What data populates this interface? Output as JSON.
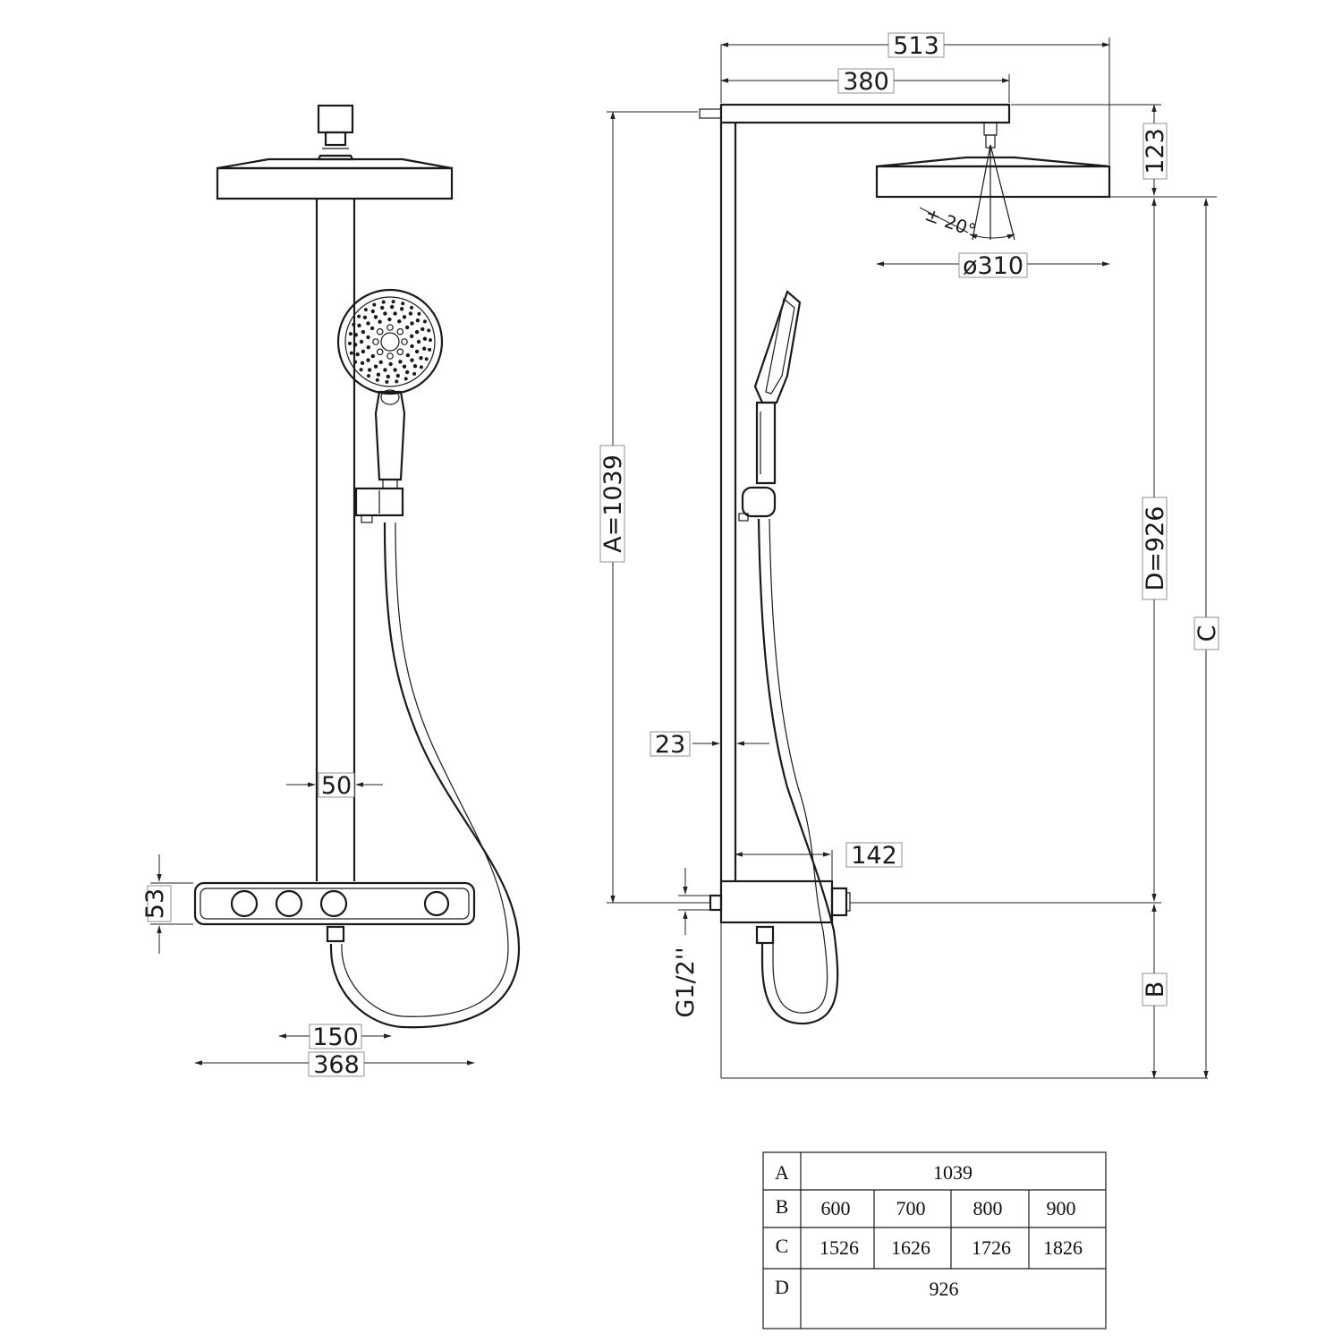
{
  "front_view": {
    "dims": {
      "pipe_width": "50",
      "panel_height": "53",
      "outlet_spacing": "150",
      "panel_width": "368"
    }
  },
  "side_view": {
    "dims": {
      "overall_projection": "513",
      "arm_length": "380",
      "head_height": "123",
      "tilt_angle": "± 20°",
      "head_diameter": "ø310",
      "height_A": "A=1039",
      "height_D": "D=926",
      "height_C": "C",
      "height_B": "B",
      "wall_gap": "23",
      "panel_depth": "142",
      "inlet_thread": "G1/2''"
    }
  },
  "table": {
    "rows": [
      {
        "key": "A",
        "values": [
          "1039"
        ]
      },
      {
        "key": "B",
        "values": [
          "600",
          "700",
          "800",
          "900"
        ]
      },
      {
        "key": "C",
        "values": [
          "1526",
          "1626",
          "1726",
          "1826"
        ]
      },
      {
        "key": "D",
        "values": [
          "926"
        ]
      }
    ]
  }
}
